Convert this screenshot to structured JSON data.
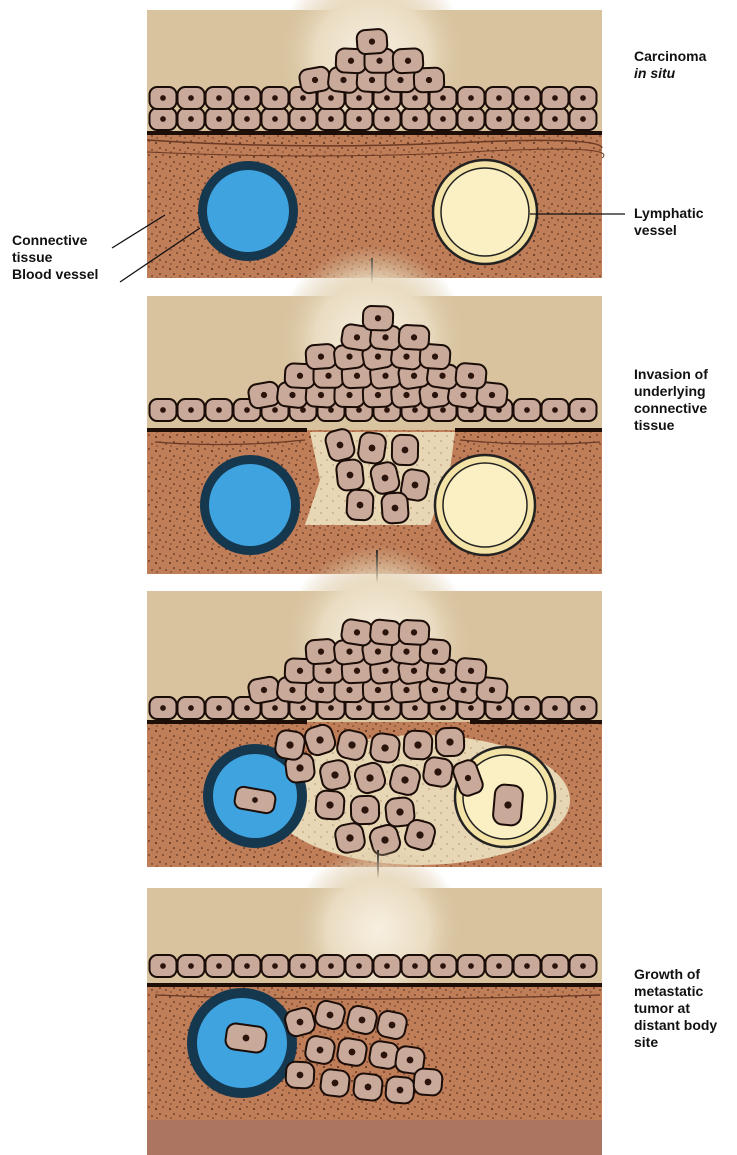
{
  "labels": {
    "carcinoma": {
      "line1": "Carcinoma",
      "line2": "in situ"
    },
    "connective_tissue": {
      "line1": "Connective",
      "line2": "tissue"
    },
    "blood_vessel": "Blood vessel",
    "lymphatic": {
      "line1": "Lymphatic",
      "line2": "vessel"
    },
    "invasion": {
      "line1": "Invasion of",
      "line2": "underlying",
      "line3": "connective",
      "line4": "tissue"
    },
    "growth": {
      "line1": "Growth of",
      "line2": "metastatic",
      "line3": "tumor at",
      "line4": "distant body",
      "line5": "site"
    }
  },
  "stages": [
    "carcinoma-in-situ",
    "invasion",
    "intravasation",
    "metastatic-growth"
  ],
  "colors": {
    "background_tan": "#d8c39e",
    "glow": "#efe4cf",
    "connective_brown": "#bf7d58",
    "cell_fill": "#c9a99a",
    "blood_vessel_wall": "#15384f",
    "blood_lumen": "#3fa3e0",
    "lymph_wall": "#f4e3a6",
    "lymph_lumen": "#fbf0c4",
    "deep_tissue": "#ac7562"
  }
}
